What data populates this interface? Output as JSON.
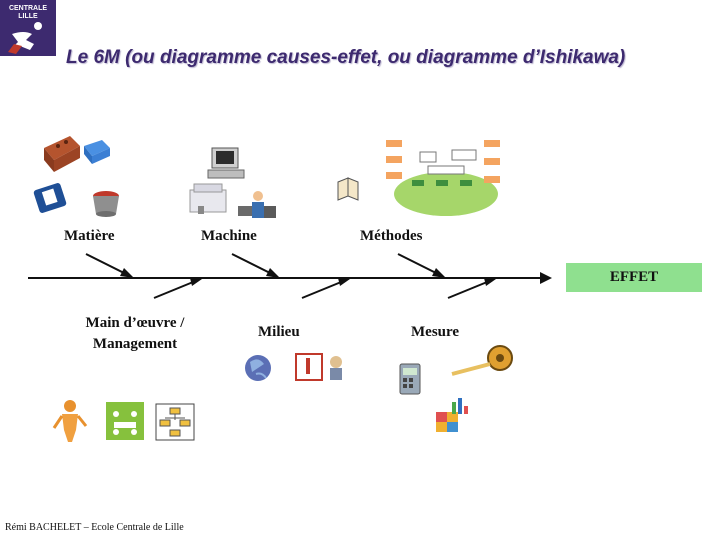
{
  "logo": {
    "name": "CENTRALE\nLILLE"
  },
  "title": "Le 6M (ou diagramme causes-effet, ou diagramme d’Ishikawa)",
  "causes_top": {
    "matiere": "Matière",
    "machine": "Machine",
    "methodes": "Méthodes"
  },
  "causes_bottom": {
    "main_oeuvre": "Main d’œuvre / Management",
    "milieu": "Milieu",
    "mesure": "Mesure"
  },
  "effect": "EFFET",
  "footer": "Rémi BACHELET – Ecole Centrale de Lille",
  "colors": {
    "logo_bg": "#3d2a6f",
    "title": "#3d2a6f",
    "effect_bg": "#8fe08f"
  },
  "icons": [
    "bricks-icon",
    "plastic-crate-icon",
    "water-bottle-icon",
    "paint-bucket-icon",
    "computer-icon",
    "sewing-machine-icon",
    "technician-icon",
    "open-book-icon",
    "flowchart-icon",
    "person-icon",
    "meeting-icon",
    "org-chart-icon",
    "globe-icon",
    "thermometer-icon",
    "calculator-icon",
    "tape-measure-icon",
    "cube-chart-icon"
  ]
}
